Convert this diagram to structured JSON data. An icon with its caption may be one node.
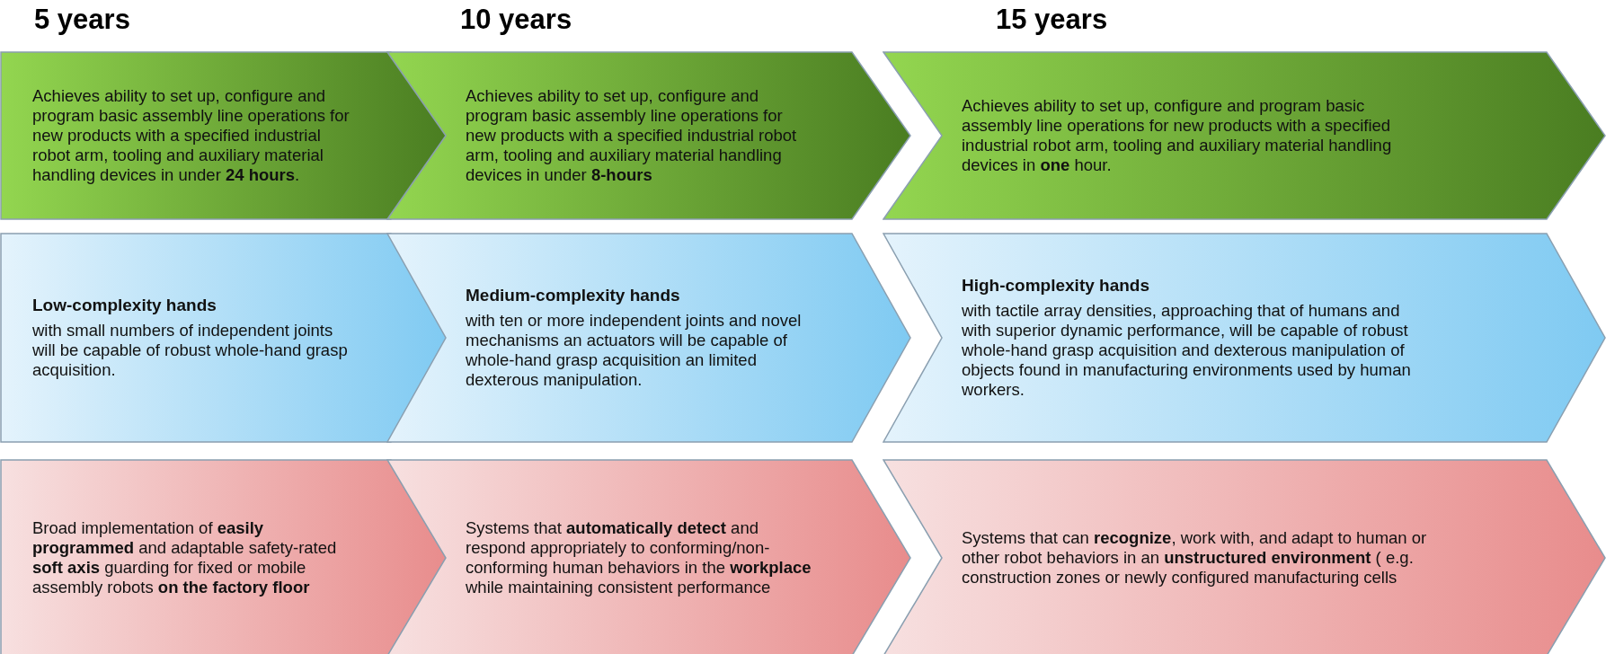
{
  "diagram": {
    "nodes": [
      {
        "text": [
          "Achieves ability to set up, configure and program basic assembly line operations for new products with a specified industrial robot arm, tooling and auxiliary material handling devices in under **24 hours**."
        ]
      },
      {
        "text": [
          "Achieves ability to set up, configure and program basic assembly line operations for new products with a specified industrial robot arm, tooling and auxiliary material handling devices in under **8-hours**"
        ]
      },
      {
        "text": [
          "Achieves ability to set up, configure and program basic assembly line operations for new products with a specified industrial robot arm, tooling and auxiliary material handling devices in **one** hour."
        ]
      },
      {
        "text": [
          "Low-complexity hands",
          "with small numbers of independent joints will be capable of robust whole-hand grasp acquisition."
        ]
      },
      {
        "text": [
          "Medium-complexity hands",
          "with ten or more independent joints and novel mechanisms an actuators will be capable of whole-hand grasp acquisition an limited dexterous manipulation."
        ]
      },
      {
        "text": [
          "High-complexity hands",
          "with tactile array densities, approaching that of humans and with superior dynamic performance, will be capable of robust whole-hand grasp acquisition and dexterous manipulation of objects found in manufacturing environments used by human workers."
        ]
      },
      {
        "text": [
          "Broad implementation of **easily programmed** and adaptable safety-rated **soft axis** guarding for fixed or mobile assembly robots **on the factory floor**"
        ]
      },
      {
        "text": [
          "Systems that **automatically detect** and respond appropriately to conforming/non-conforming human behaviors in the **workplace** while maintaining consistent performance"
        ]
      },
      {
        "text": [
          "Systems that can **recognize**, work with, and adapt to human or other robot behaviors in an **unstructured environment** ( e.g. construction zones or newly configured manufacturing cells"
        ]
      }
    ],
    "labels": [
      "5 years",
      "10 years",
      "15 years"
    ]
  }
}
